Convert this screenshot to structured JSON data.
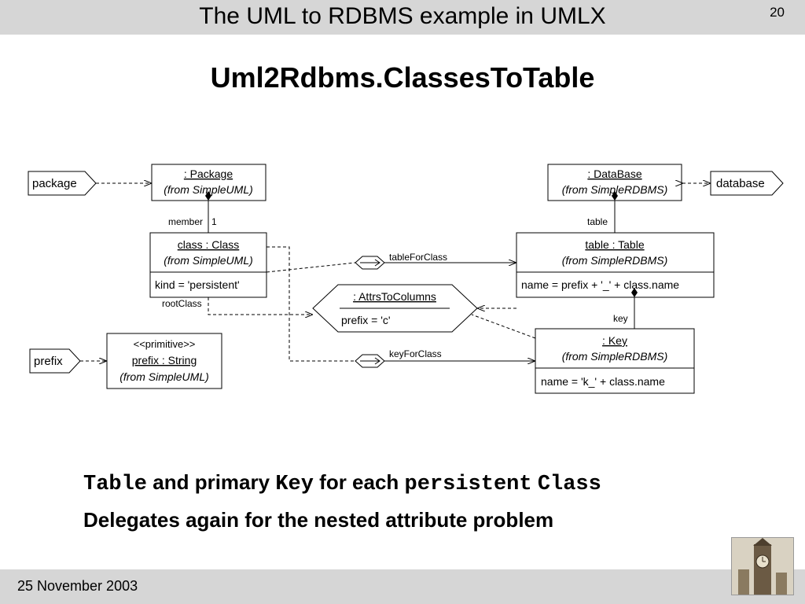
{
  "header": {
    "title": "The UML to RDBMS example in UMLX",
    "page_number": "20"
  },
  "slide_title": "Uml2Rdbms.ClassesToTable",
  "diagram": {
    "ports": {
      "package": "package",
      "database": "database",
      "prefix": "prefix"
    },
    "nodes": {
      "package": {
        "name": ": Package",
        "from": "(from SimpleUML)"
      },
      "class": {
        "name": "class : Class",
        "from": "(from SimpleUML)",
        "attr": "kind = 'persistent'"
      },
      "prefix_string": {
        "stereotype": "<<primitive>>",
        "name": "prefix : String",
        "from": "(from SimpleUML)"
      },
      "database": {
        "name": ": DataBase",
        "from": "(from SimpleRDBMS)"
      },
      "table": {
        "name": "table : Table",
        "from": "(from SimpleRDBMS)",
        "attr": "name = prefix + '_' + class.name"
      },
      "key": {
        "name": ": Key",
        "from": "(from SimpleRDBMS)",
        "attr": "name = 'k_' + class.name"
      },
      "attrs_to_columns": {
        "name": ": AttrsToColumns",
        "attr": "prefix = 'c'"
      }
    },
    "labels": {
      "member": "member",
      "one": "1",
      "table_role": "table",
      "key_role": "key",
      "root_class": "rootClass",
      "table_for_class": "tableForClass",
      "key_for_class": "keyForClass"
    }
  },
  "bullets": {
    "line1": {
      "w1": "Table",
      "w2": "and primary",
      "w3": "Key",
      "w4": "for each",
      "w5": "persistent",
      "w6": "Class"
    },
    "line2": "Delegates again for the nested attribute problem"
  },
  "footer": {
    "date": "25 November 2003"
  },
  "colors": {
    "bar": "#d6d6d6",
    "text": "#000000",
    "diagram": "#000000"
  }
}
